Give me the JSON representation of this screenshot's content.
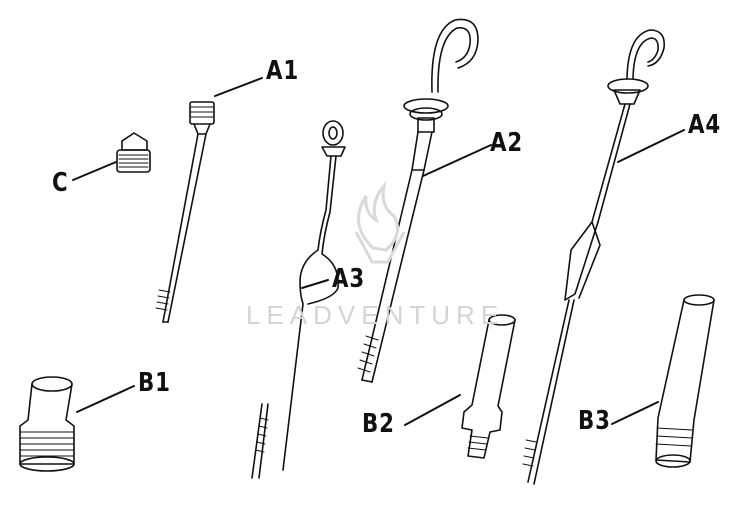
{
  "callouts": {
    "a1": "A1",
    "a2": "A2",
    "a3": "A3",
    "a4": "A4",
    "b1": "B1",
    "b2": "B2",
    "b3": "B3",
    "c": "C"
  },
  "watermark": {
    "text": "LEADVENTURE",
    "icon": "flame-logo-icon"
  },
  "colors": {
    "line": "#111111",
    "watermark": "#d4d4d4",
    "background": "#ffffff"
  }
}
